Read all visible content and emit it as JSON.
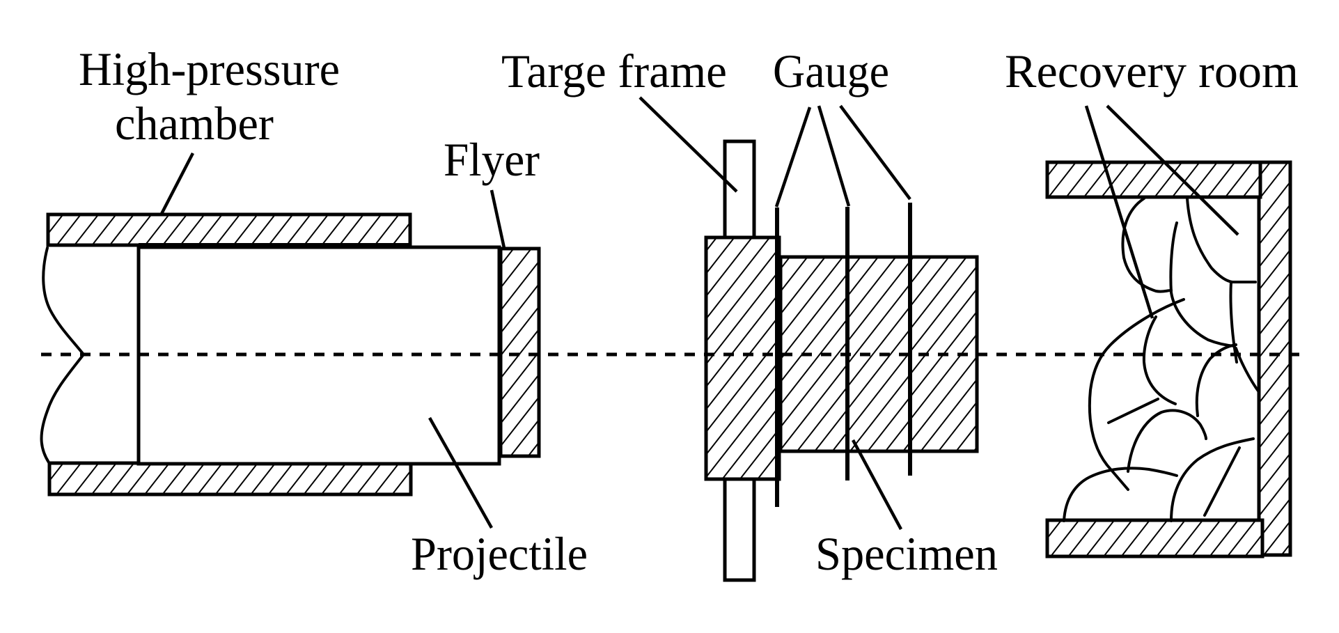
{
  "figure": {
    "title": "Plate impact experiment setup schematic",
    "colors": {
      "ink": "#000000",
      "background": "#ffffff"
    },
    "labels": {
      "high_pressure_line1": "High-pressure",
      "high_pressure_line2": "chamber",
      "flyer": "Flyer",
      "projectile": "Projectile",
      "targe_frame": "Targe frame",
      "gauge": "Gauge",
      "specimen": "Specimen",
      "recovery_room": "Recovery room"
    },
    "components": [
      {
        "id": "high-pressure-chamber",
        "label_key": "high_pressure_line1",
        "fill": "hatched"
      },
      {
        "id": "projectile",
        "label_key": "projectile",
        "fill": "none"
      },
      {
        "id": "flyer",
        "label_key": "flyer",
        "fill": "hatched"
      },
      {
        "id": "targe-frame",
        "label_key": "targe_frame",
        "fill": "hatched"
      },
      {
        "id": "gauge",
        "label_key": "gauge",
        "count": 3
      },
      {
        "id": "specimen",
        "label_key": "specimen",
        "fill": "hatched"
      },
      {
        "id": "recovery-room",
        "label_key": "recovery_room",
        "fill": "hatched"
      }
    ]
  }
}
